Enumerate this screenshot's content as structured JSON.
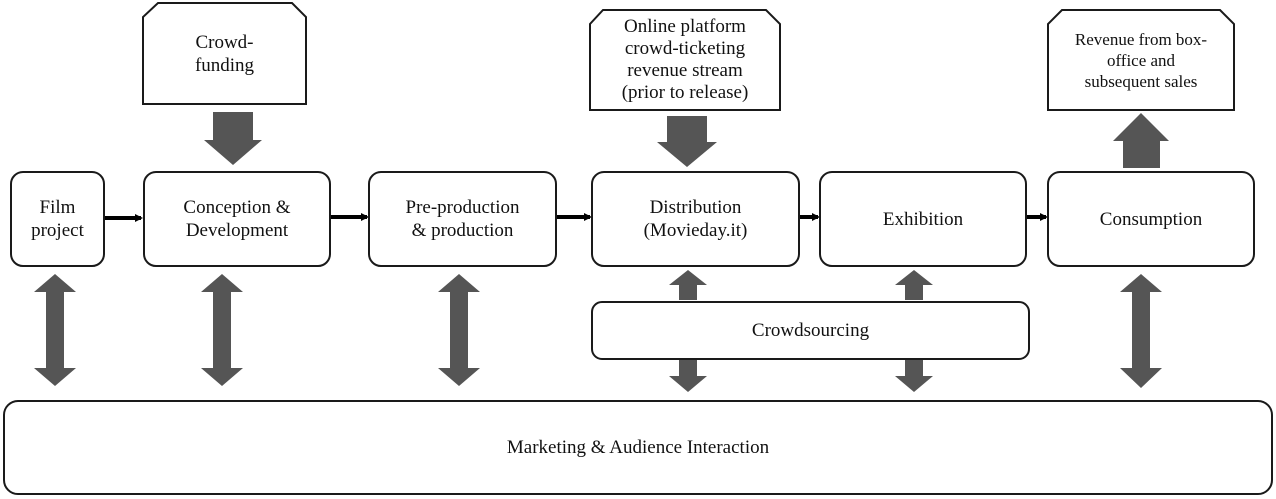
{
  "colors": {
    "arrow_fill": "#555555",
    "stroke": "#1a1a1a",
    "connector": "#000000"
  },
  "nodes": {
    "film_project": [
      "Film",
      "project"
    ],
    "conception": [
      "Conception &",
      "Development"
    ],
    "preproduction": [
      "Pre-production",
      "& production"
    ],
    "distribution": [
      "Distribution",
      "(Movieday.it)"
    ],
    "exhibition": "Exhibition",
    "consumption": "Consumption",
    "crowdsourcing": "Crowdsourcing",
    "marketing": "Marketing & Audience Interaction"
  },
  "inputs": {
    "crowdfunding": [
      "Crowd-",
      "funding"
    ],
    "crowd_ticketing": [
      "Online platform",
      "crowd-ticketing",
      "revenue stream",
      "(prior to release)"
    ],
    "revenue": [
      "Revenue from box-",
      "office and",
      "subsequent sales"
    ]
  }
}
